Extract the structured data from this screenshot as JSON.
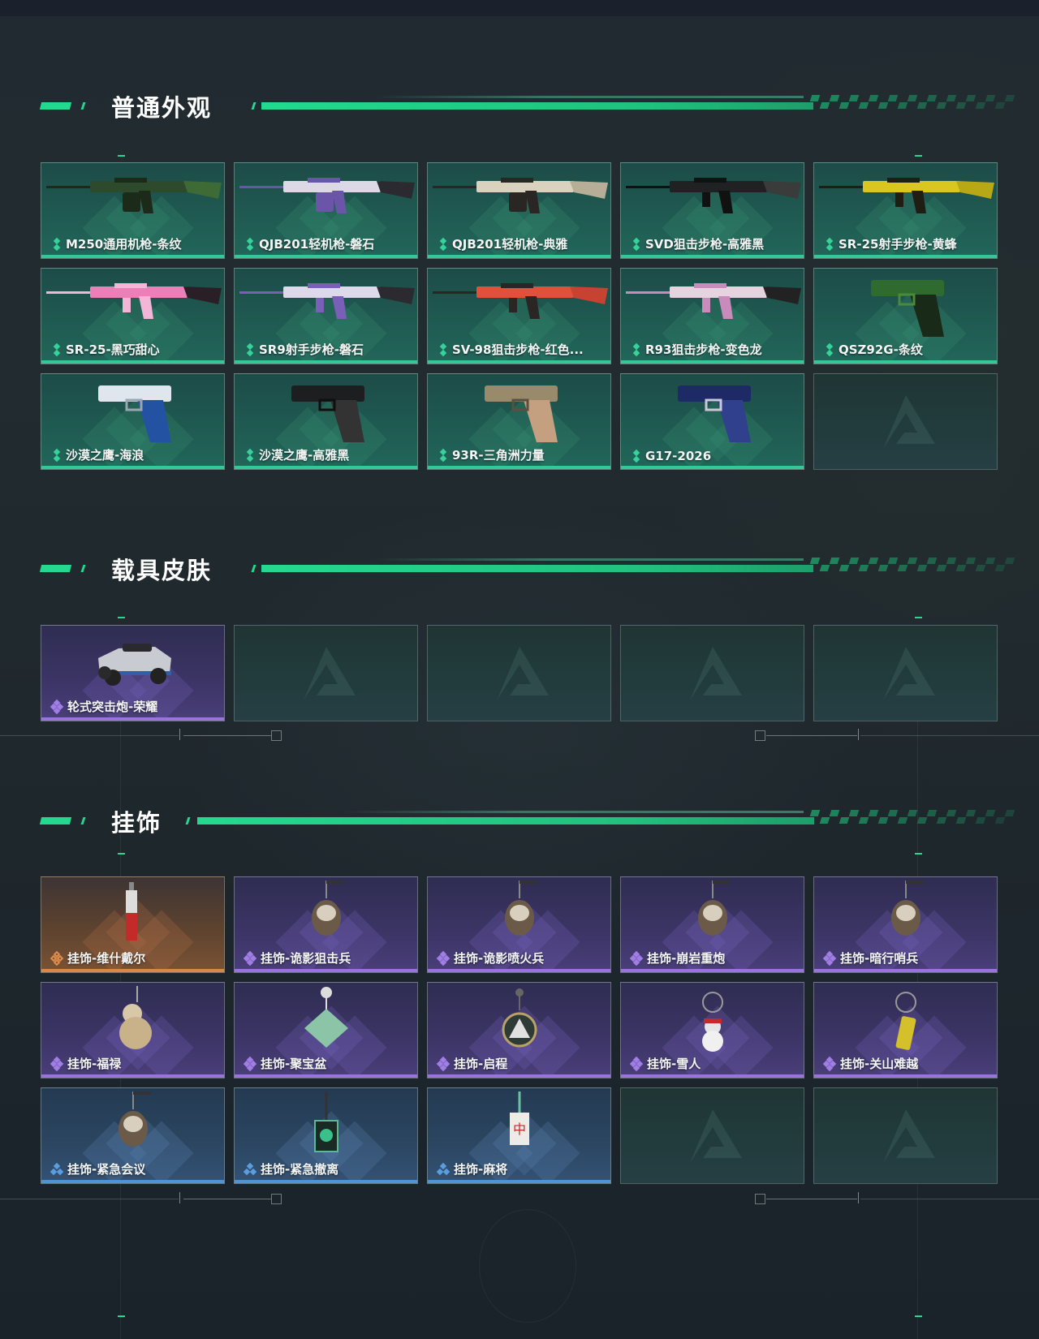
{
  "sections": [
    {
      "title": "普通外观",
      "items": [
        {
          "name": "M250通用机枪-条纹",
          "rarity": "green",
          "art": "lmg-green"
        },
        {
          "name": "QJB201轻机枪-磐石",
          "rarity": "green",
          "art": "lmg-white-purple"
        },
        {
          "name": "QJB201轻机枪-典雅",
          "rarity": "green",
          "art": "lmg-beige"
        },
        {
          "name": "SVD狙击步枪-高雅黑",
          "rarity": "green",
          "art": "sniper-black"
        },
        {
          "name": "SR-25射手步枪-黄蜂",
          "rarity": "green",
          "art": "rifle-yellow"
        },
        {
          "name": "SR-25-黑巧甜心",
          "rarity": "green",
          "art": "rifle-pink"
        },
        {
          "name": "SR9射手步枪-磐石",
          "rarity": "green",
          "art": "rifle-white-purple"
        },
        {
          "name": "SV-98狙击步枪-红色...",
          "rarity": "green",
          "art": "sniper-red"
        },
        {
          "name": "R93狙击步枪-变色龙",
          "rarity": "green",
          "art": "sniper-pink"
        },
        {
          "name": "QSZ92G-条纹",
          "rarity": "green",
          "art": "pistol-green"
        },
        {
          "name": "沙漠之鹰-海浪",
          "rarity": "green",
          "art": "pistol-blue-white"
        },
        {
          "name": "沙漠之鹰-高雅黑",
          "rarity": "green",
          "art": "pistol-black"
        },
        {
          "name": "93R-三角洲力量",
          "rarity": "green",
          "art": "pistol-tan"
        },
        {
          "name": "G17-2026",
          "rarity": "green",
          "art": "pistol-navy"
        },
        {
          "name": "",
          "rarity": "empty"
        }
      ]
    },
    {
      "title": "载具皮肤",
      "items": [
        {
          "name": "轮式突击炮-荣耀",
          "rarity": "purple",
          "art": "vehicle"
        },
        {
          "name": "",
          "rarity": "empty"
        },
        {
          "name": "",
          "rarity": "empty"
        },
        {
          "name": "",
          "rarity": "empty"
        },
        {
          "name": "",
          "rarity": "empty"
        }
      ]
    },
    {
      "title": "挂饰",
      "items": [
        {
          "name": "挂饰-维什戴尔",
          "rarity": "orange",
          "art": "charm-tag"
        },
        {
          "name": "挂饰-诡影狙击兵",
          "rarity": "purple",
          "art": "charm-figure"
        },
        {
          "name": "挂饰-诡影喷火兵",
          "rarity": "purple",
          "art": "charm-figure"
        },
        {
          "name": "挂饰-崩岩重炮",
          "rarity": "purple",
          "art": "charm-figure"
        },
        {
          "name": "挂饰-暗行哨兵",
          "rarity": "purple",
          "art": "charm-figure"
        },
        {
          "name": "挂饰-福禄",
          "rarity": "purple",
          "art": "charm-gourd"
        },
        {
          "name": "挂饰-聚宝盆",
          "rarity": "purple",
          "art": "charm-bowl"
        },
        {
          "name": "挂饰-启程",
          "rarity": "purple",
          "art": "charm-ring"
        },
        {
          "name": "挂饰-雪人",
          "rarity": "purple",
          "art": "charm-snowman"
        },
        {
          "name": "挂饰-关山难越",
          "rarity": "purple",
          "art": "charm-can"
        },
        {
          "name": "挂饰-紧急会议",
          "rarity": "blue",
          "art": "charm-figure"
        },
        {
          "name": "挂饰-紧急撤离",
          "rarity": "blue",
          "art": "charm-card"
        },
        {
          "name": "挂饰-麻将",
          "rarity": "blue",
          "art": "charm-mahjong"
        },
        {
          "name": "",
          "rarity": "empty"
        },
        {
          "name": "",
          "rarity": "empty"
        }
      ]
    }
  ],
  "colors": {
    "accent_green": "#24d98f",
    "rarity_green": "#35c896",
    "rarity_purple": "#9a73e0",
    "rarity_orange": "#d78a48",
    "rarity_blue": "#4d95d8"
  }
}
